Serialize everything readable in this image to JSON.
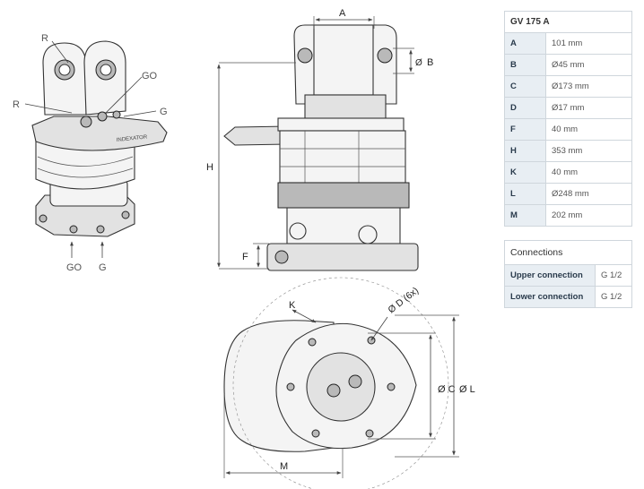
{
  "iso_view": {
    "labels": {
      "r_top": "R",
      "r_left": "R",
      "go_right": "GO",
      "g_right": "G",
      "go_bottom": "GO",
      "g_bottom": "G"
    },
    "brand": "INDEXATOR"
  },
  "side_view": {
    "dims": {
      "a": "A",
      "b": "B",
      "h": "H",
      "f": "F"
    }
  },
  "top_view": {
    "dims": {
      "k": "K",
      "d": "Ø D (6x)",
      "c": "Ø C",
      "l": "Ø L",
      "m": "M"
    }
  },
  "spec_table": {
    "title": "GV 175 A",
    "rows": [
      {
        "key": "A",
        "value": "101 mm"
      },
      {
        "key": "B",
        "value": "Ø45 mm"
      },
      {
        "key": "C",
        "value": "Ø173 mm"
      },
      {
        "key": "D",
        "value": "Ø17 mm"
      },
      {
        "key": "F",
        "value": "40 mm"
      },
      {
        "key": "H",
        "value": "353 mm"
      },
      {
        "key": "K",
        "value": "40 mm"
      },
      {
        "key": "L",
        "value": "Ø248 mm"
      },
      {
        "key": "M",
        "value": "202 mm"
      }
    ]
  },
  "connections_table": {
    "title": "Connections",
    "rows": [
      {
        "key": "Upper connection",
        "value": "G 1/2"
      },
      {
        "key": "Lower connection",
        "value": "G 1/2"
      }
    ]
  }
}
